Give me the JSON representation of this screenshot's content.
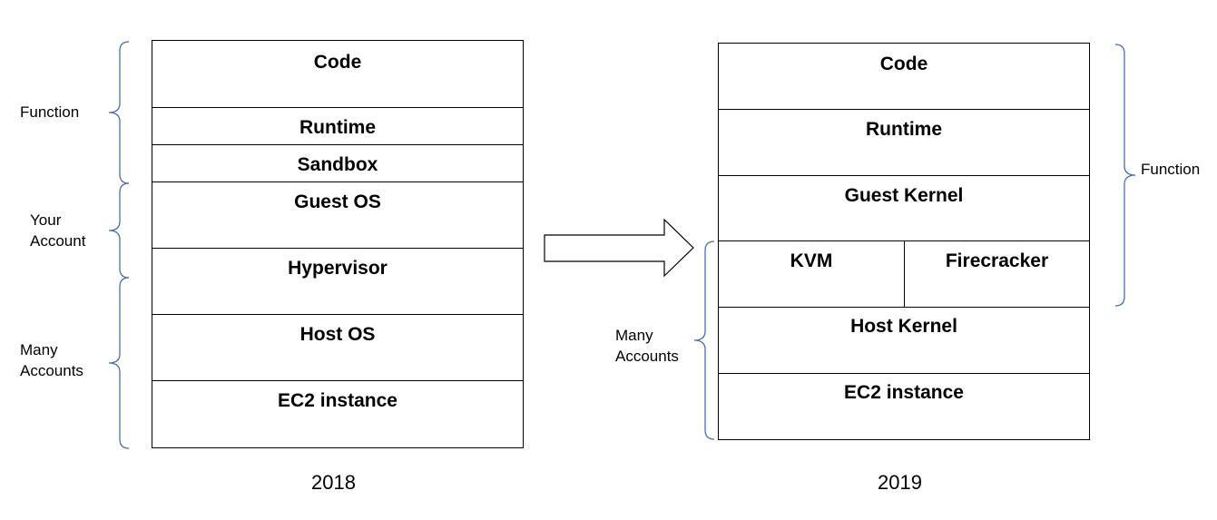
{
  "left": {
    "year": "2018",
    "layers": [
      "Code",
      "Runtime",
      "Sandbox",
      "Guest OS",
      "Hypervisor",
      "Host OS",
      "EC2 instance"
    ],
    "groups": [
      "Function",
      "Your Account",
      "Many Accounts"
    ]
  },
  "right": {
    "year": "2019",
    "layers": [
      "Code",
      "Runtime",
      "Guest Kernel",
      "KVM",
      "Firecracker",
      "Host Kernel",
      "EC2 instance"
    ],
    "groups": [
      "Function",
      "Many Accounts"
    ]
  },
  "colors": {
    "brace": "#4a6fb5",
    "line": "#000000"
  }
}
